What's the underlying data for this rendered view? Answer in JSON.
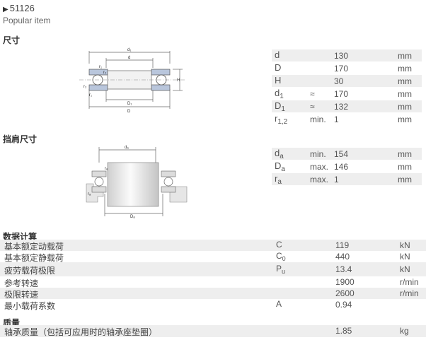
{
  "header": {
    "title": "51126",
    "subtitle": "Popular item"
  },
  "dimensions": {
    "heading": "尺寸",
    "rows": [
      {
        "sym": "d",
        "sub": "",
        "qual": "",
        "val": "130",
        "unit": "mm"
      },
      {
        "sym": "D",
        "sub": "",
        "qual": "",
        "val": "170",
        "unit": "mm"
      },
      {
        "sym": "H",
        "sub": "",
        "qual": "",
        "val": "30",
        "unit": "mm"
      },
      {
        "sym": "d",
        "sub": "1",
        "qual": "≈",
        "val": "170",
        "unit": "mm"
      },
      {
        "sym": "D",
        "sub": "1",
        "qual": "≈",
        "val": "132",
        "unit": "mm"
      },
      {
        "sym": "r",
        "sub": "1,2",
        "qual": "min.",
        "val": "1",
        "unit": "mm"
      }
    ],
    "diagram_labels": {
      "d1": "d₁",
      "d": "d",
      "D1": "D₁",
      "D": "D",
      "H": "H",
      "r1": "r₁",
      "r2": "r₂"
    }
  },
  "abutment": {
    "heading": "挡肩尺寸",
    "rows": [
      {
        "sym": "d",
        "sub": "a",
        "qual": "min.",
        "val": "154",
        "unit": "mm"
      },
      {
        "sym": "D",
        "sub": "a",
        "qual": "max.",
        "val": "146",
        "unit": "mm"
      },
      {
        "sym": "r",
        "sub": "a",
        "qual": "max.",
        "val": "1",
        "unit": "mm"
      }
    ],
    "diagram_labels": {
      "da": "dₐ",
      "Da": "Dₐ",
      "ra1": "rₐ",
      "ra2": "rₐ"
    }
  },
  "calc": {
    "heading": "数据计算",
    "rows": [
      {
        "label": "基本额定动载荷",
        "sym": "C",
        "sub": "",
        "val": "119",
        "unit": "kN"
      },
      {
        "label": "基本额定静载荷",
        "sym": "C",
        "sub": "0",
        "val": "440",
        "unit": "kN"
      },
      {
        "label": "疲劳载荷极限",
        "sym": "P",
        "sub": "u",
        "val": "13.4",
        "unit": "kN"
      },
      {
        "label": "参考转速",
        "sym": "",
        "sub": "",
        "val": "1900",
        "unit": "r/min"
      },
      {
        "label": "极限转速",
        "sym": "",
        "sub": "",
        "val": "2600",
        "unit": "r/min"
      },
      {
        "label": "最小载荷系数",
        "sym": "A",
        "sub": "",
        "val": "0.94",
        "unit": ""
      }
    ]
  },
  "mass": {
    "heading": "质量",
    "rows": [
      {
        "label": "轴承质量（包括可应用时的轴承座垫圈）",
        "sym": "",
        "sub": "",
        "val": "1.85",
        "unit": "kg"
      }
    ]
  }
}
